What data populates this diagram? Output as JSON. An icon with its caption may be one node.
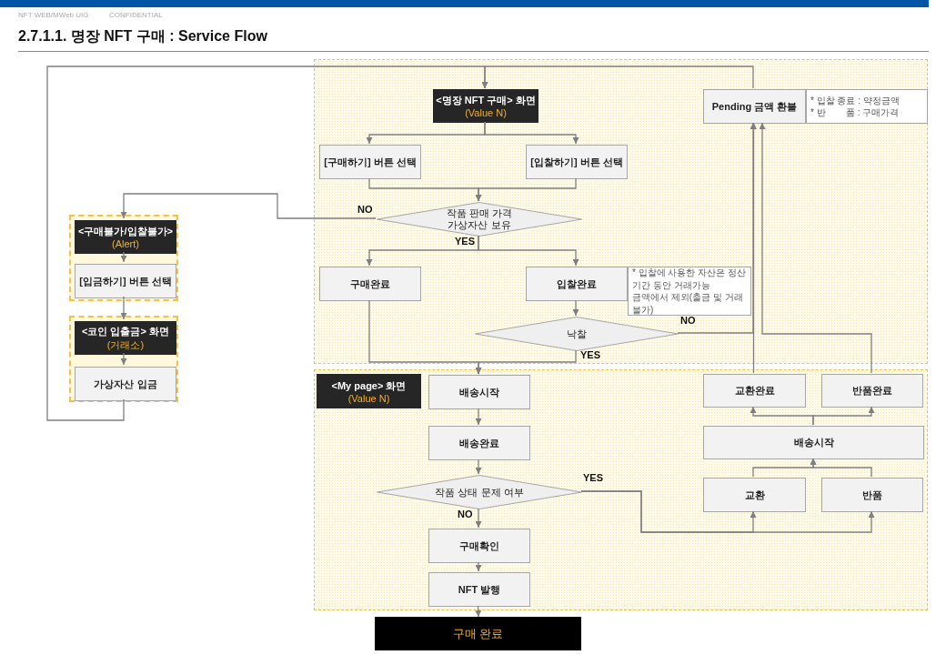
{
  "diagram": {
    "title": "2.7.1.1. 명장 NFT 구매 : Service Flow",
    "nodes": [
      {
        "text": [],
        "shape": "band"
      },
      {
        "text": [
          "<명장 NFT 구매> 화면",
          "(Value N)"
        ],
        "in": 0
      },
      {
        "text": [
          "Pending 금액 환불"
        ],
        "beside": [
          "* 입찰 종료 : 약정금액",
          "* 반        품 : 구매가격"
        ],
        "in": 0
      },
      {
        "text": [
          "[구매하기] 버튼 선택"
        ],
        "in": 0
      },
      {
        "text": [
          "[입찰하기] 버튼 선택"
        ],
        "in": 0
      },
      {
        "text": [
          "작품 판매 가격 가상자산 보유"
        ],
        "in": 0
      },
      {
        "text": [
          "구매완료"
        ],
        "in": 0
      },
      {
        "text": [
          "입찰완료"
        ],
        "beside": [
          "* 입찰에 사용한 자산은 정산 기간 동안 거래가능 금액에서 제외(출금 및 거래 불가)"
        ],
        "in": 0
      },
      {
        "text": [
          "낙찰"
        ],
        "in": 0
      },
      {
        "text": [],
        "shape": "box"
      },
      {
        "text": [
          "<구매불가/입찰불가>",
          "(Alert)"
        ],
        "in": 9
      },
      {
        "text": [
          "[입금하기] 버튼 선택"
        ],
        "in": 9
      },
      {
        "text": [],
        "shape": "box"
      },
      {
        "text": [
          "<코인 입출금> 화면",
          "(거래소)"
        ],
        "in": 12
      },
      {
        "text": [
          "가상자산 입금"
        ],
        "in": 12
      },
      {
        "text": [],
        "shape": "band"
      },
      {
        "text": [
          "<My page> 화면",
          "(Value N)"
        ],
        "in": 15
      },
      {
        "text": [
          "배송시작"
        ],
        "in": 15
      },
      {
        "text": [
          "교환완료"
        ],
        "in": 15
      },
      {
        "text": [
          "반품완료"
        ],
        "in": 15
      },
      {
        "text": [
          "배송완료"
        ],
        "in": 15
      },
      {
        "text": [
          "배송시작"
        ],
        "in": 15
      },
      {
        "text": [
          "작품 상태 문제 여부"
        ],
        "in": 15
      },
      {
        "text": [
          "교환"
        ],
        "in": 15
      },
      {
        "text": [
          "반품"
        ],
        "in": 15
      },
      {
        "text": [
          "구매확인"
        ],
        "in": 15
      },
      {
        "text": [
          "NFT 발행"
        ],
        "in": 15
      },
      {
        "text": [
          "구매 완료"
        ]
      }
    ],
    "edges": [
      {
        "from": 1,
        "to": 3,
        "arrow": "to"
      },
      {
        "from": 1,
        "to": 4,
        "arrow": "to"
      },
      {
        "from": 3,
        "to": 5,
        "arrow": "to"
      },
      {
        "from": 4,
        "to": 5,
        "arrow": "to"
      },
      {
        "from": 5,
        "to": 10,
        "arrow": "to",
        "label": "NO"
      },
      {
        "from": 5,
        "to": 6,
        "arrow": "to",
        "label": "YES"
      },
      {
        "from": 5,
        "to": 7,
        "arrow": "to"
      },
      {
        "from": 7,
        "to": 8,
        "arrow": "to"
      },
      {
        "from": 8,
        "to": 2,
        "arrow": "to",
        "label": "NO"
      },
      {
        "from": 8,
        "to": 17,
        "arrow": "to",
        "label": "YES"
      },
      {
        "from": 6,
        "to": 17,
        "arrow": "to"
      },
      {
        "from": 10,
        "to": 11,
        "arrow": "to"
      },
      {
        "from": 11,
        "to": 13,
        "arrow": "to"
      },
      {
        "from": 13,
        "to": 14,
        "arrow": "to"
      },
      {
        "from": 14,
        "to": 1,
        "arrow": "to"
      },
      {
        "from": 2,
        "to": 1,
        "arrow": "to"
      },
      {
        "from": 17,
        "to": 20,
        "arrow": "to"
      },
      {
        "from": 20,
        "to": 22,
        "arrow": "to"
      },
      {
        "from": 22,
        "to": 25,
        "arrow": "to",
        "label": "NO"
      },
      {
        "from": 22,
        "to": 23,
        "arrow": "to",
        "label": "YES"
      },
      {
        "from": 22,
        "to": 24,
        "arrow": "to"
      },
      {
        "from": 23,
        "to": 21,
        "arrow": "to"
      },
      {
        "from": 24,
        "to": 21,
        "arrow": "to"
      },
      {
        "from": 21,
        "to": 18,
        "arrow": "to"
      },
      {
        "from": 21,
        "to": 19,
        "arrow": "to"
      },
      {
        "from": 25,
        "to": 26,
        "arrow": "to"
      },
      {
        "from": 26,
        "to": 27,
        "arrow": "to"
      },
      {
        "from": 18,
        "to": 2,
        "arrow": "to"
      },
      {
        "from": 19,
        "to": 2,
        "arrow": "to"
      }
    ],
    "labels": [
      "NFT WEB/MWeb UIG",
      "CONFIDENTIAL"
    ]
  }
}
